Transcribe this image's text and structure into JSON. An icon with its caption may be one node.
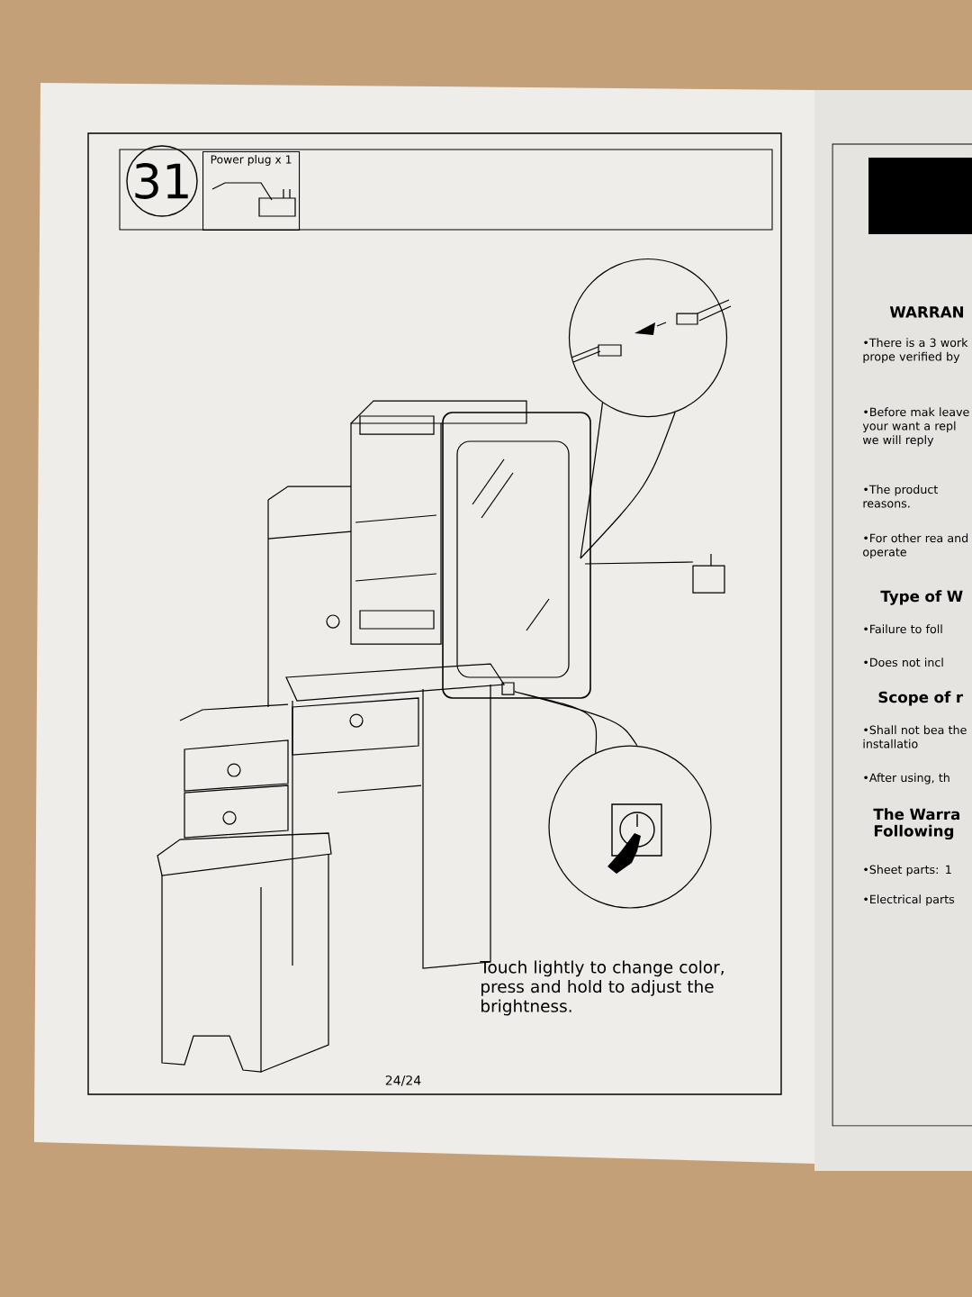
{
  "diagram": {
    "nodes": [
      {
        "text": [
          "31"
        ]
      },
      {
        "text": [
          "Power plug x 1"
        ]
      },
      {
        "text": [],
        "shape": "circle"
      },
      {
        "text": [],
        "shape": "circle"
      },
      {
        "text": [
          "Touch lightly to change color, press and hold to adjust the brightness."
        ]
      }
    ],
    "edges": [
      {
        "from": 2,
        "to": null,
        "arrow": "none"
      },
      {
        "from": 3,
        "to": null,
        "arrow": "none"
      }
    ],
    "labels": [
      "24/24",
      "WARRAN",
      "•There is a 3 work prope verified by",
      "•Before mak leave your want a repl we will reply",
      "•The product reasons.",
      "•For other rea and operate",
      "Type of W",
      "•Failure to foll",
      "•Does not incl",
      "Scope of r",
      "•Shall not bea the installatio",
      "•After using, th",
      "The Warra Following",
      "•Sheet parts: 1",
      "•Electrical parts"
    ]
  }
}
